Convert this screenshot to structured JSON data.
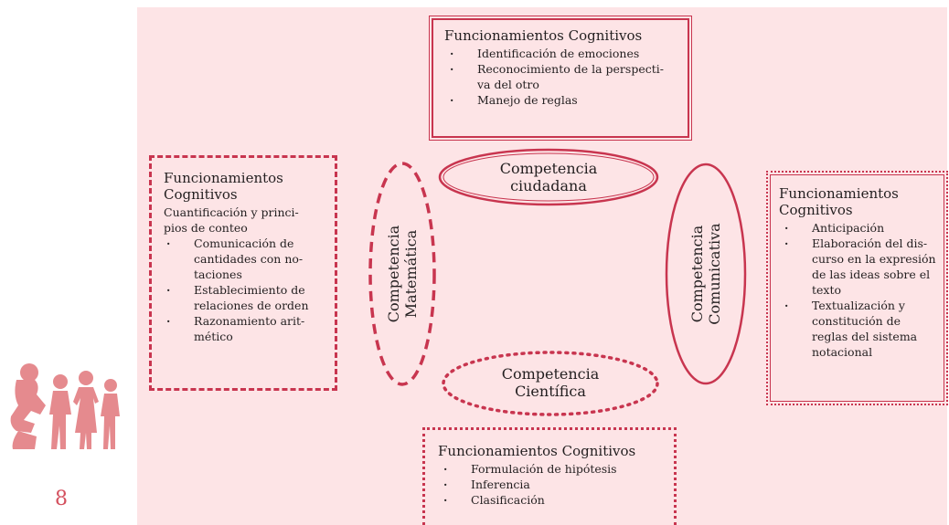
{
  "page_number": "8",
  "colors": {
    "accent": "#c8354f",
    "panel": "#fde4e6",
    "silhouette": "#e58a8e",
    "page_number": "#d4505e"
  },
  "competencies": {
    "ciudadana": {
      "line1": "Competencia",
      "line2": "ciudadana"
    },
    "matematica": {
      "line1": "Competencia",
      "line2": "Matemática"
    },
    "comunicativa": {
      "line1": "Competencia",
      "line2": "Comunicativa"
    },
    "cientifica": {
      "line1": "Competencia",
      "line2": "Científica"
    }
  },
  "box_top": {
    "title": "Funcionamientos Cognitivos",
    "items": [
      "Identificación de emociones",
      "Reconocimiento de la perspecti-\nva del otro",
      "Manejo de reglas"
    ]
  },
  "box_left": {
    "title": "Funcionamientos\nCognitivos",
    "intro": "Cuantificación y princi-\npios de conteo",
    "items": [
      "Comunicación de\ncantidades con no-\ntaciones",
      "Establecimiento de\nrelaciones de orden",
      "Razonamiento arit-\nmético"
    ]
  },
  "box_right": {
    "title": "Funcionamientos\nCognitivos",
    "items": [
      "Anticipación",
      "Elaboración del dis-\ncurso en la expresión\nde las ideas sobre el\ntexto",
      "Textualización y\nconstitución de\nreglas del sistema\nnotacional"
    ]
  },
  "box_bottom": {
    "title": "Funcionamientos Cognitivos",
    "items": [
      "Formulación de hipótesis",
      "Inferencia",
      "Clasificación"
    ]
  }
}
